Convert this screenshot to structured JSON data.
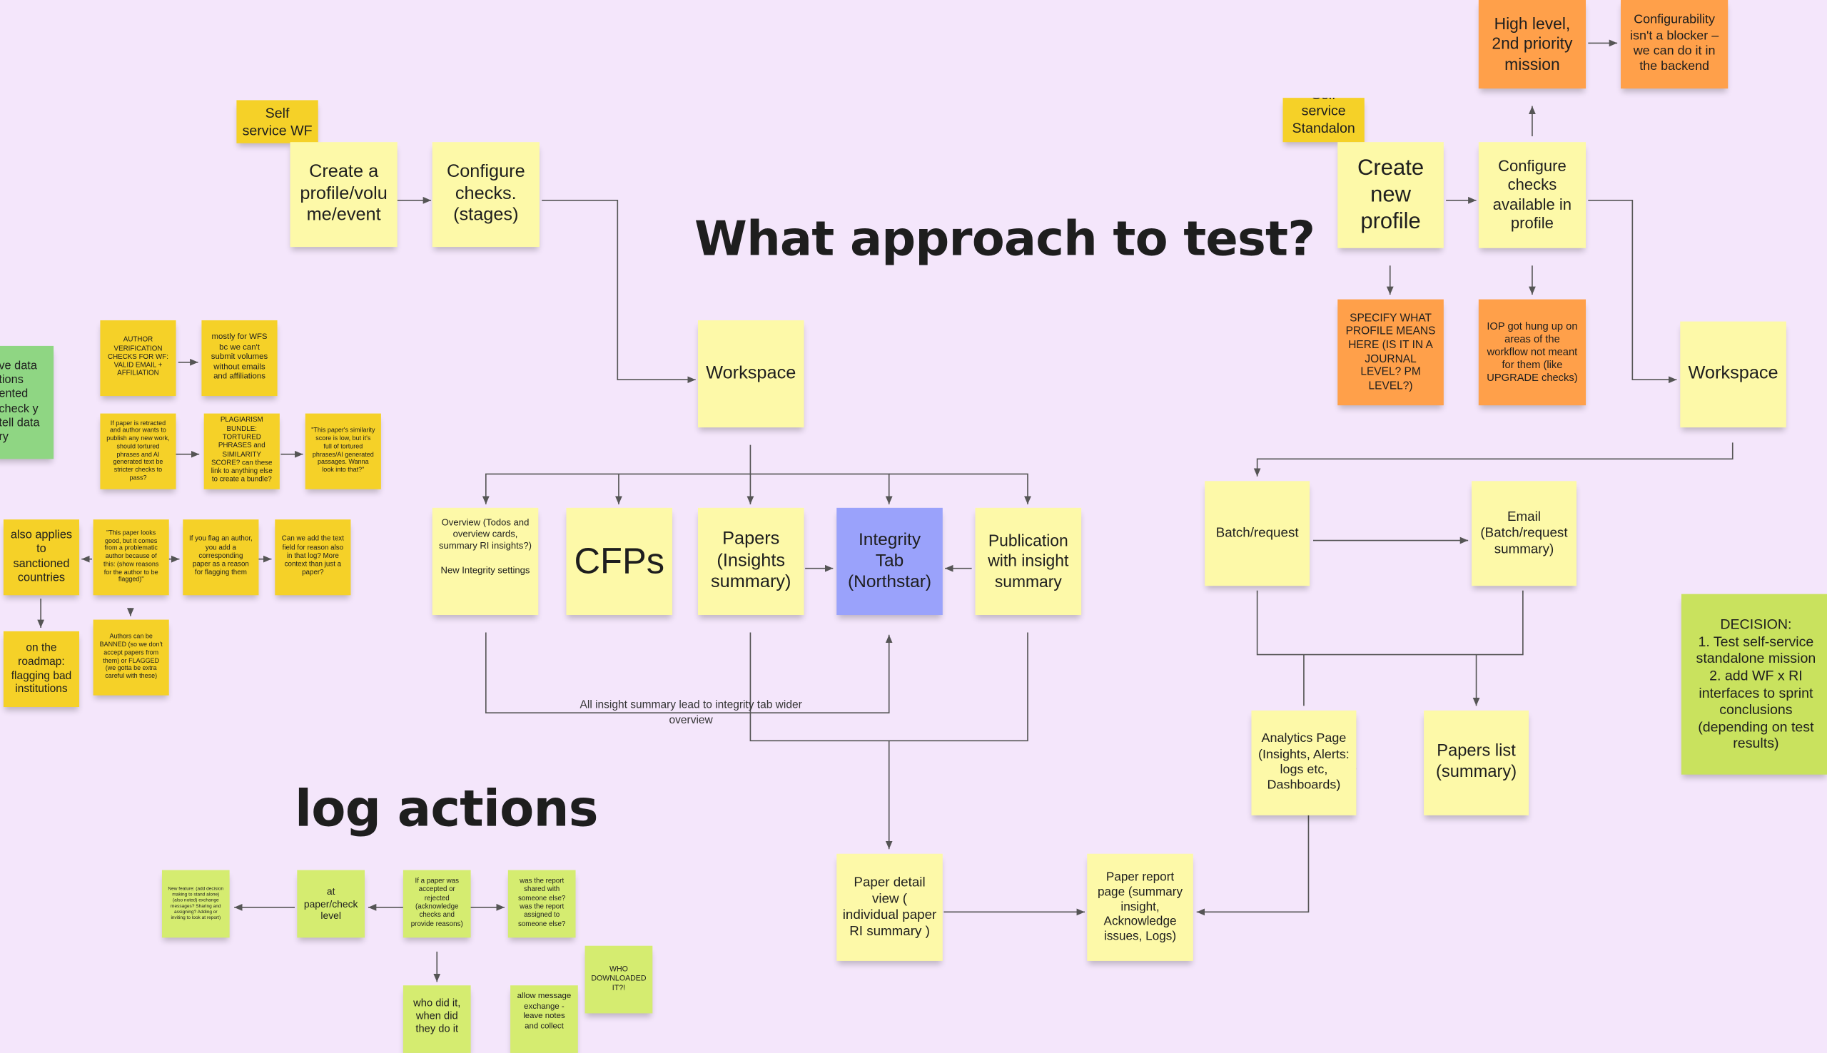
{
  "board": {
    "title": "What approach to test?",
    "subtitle": "log actions",
    "caption": "All insight summary lead to integrity tab wider overview"
  },
  "left_flow": {
    "tag": "Self service WF",
    "create_profile": "Create a profile/volume/event",
    "configure_checks": "Configure checks. (stages)",
    "workspace": "Workspace",
    "overview": "Overview (Todos and overview cards, summary RI insights?)",
    "overview_sub": "New Integrity settings",
    "cfps": "CFPs",
    "papers": "Papers (Insights summary)",
    "integrity_tab": "Integrity Tab (Northstar)",
    "publication": "Publication with insight summary",
    "paper_detail": "Paper detail view ( individual paper RI summary )",
    "paper_report": "Paper report page (summary insight, Acknowledge issues, Logs)"
  },
  "right_flow": {
    "tag": "Self service Standalone",
    "create_profile": "Create new profile",
    "configure_checks": "Configure checks available in profile",
    "high_level": "High level, 2nd priority mission",
    "configurability": "Configurability isn't a blocker – we can do it in the backend",
    "specify_profile": "SPECIFY WHAT PROFILE MEANS HERE (IS IT IN A JOURNAL LEVEL? PM LEVEL?)",
    "iop_note": "IOP got hung up on areas of the workflow not meant for them (like UPGRADE checks)",
    "workspace": "Workspace",
    "batch": "Batch/request",
    "email": "Email (Batch/request summary)",
    "analytics": "Analytics Page (Insights, Alerts: logs etc, Dashboards)",
    "papers_list": "Papers list (summary)",
    "decision": "DECISION:\n1. Test self-service standalone mission\n2. add WF x RI interfaces to sprint conclusions (depending on test results)"
  },
  "side_notes": {
    "green_partial": "ve data tions ented check y tell data ry",
    "author_verification": "AUTHOR VERIFICATION CHECKS FOR WF: VALID EMAIL + AFFILIATION",
    "mostly_wfs": "mostly for WFS bc we can't submit volumes without emails and affiliations",
    "retracted": "If paper is retracted and author wants to publish any new work, should tortured phrases and AI generated text be stricter checks to pass?",
    "plagiarism": "PLAGIARISM BUNDLE: TORTURED PHRASES and SIMILARITY SCORE? can these link to anything else to create a bundle?",
    "similarity_quote": "\"This paper's similarity score is low, but it's full of tortured phrases/AI generated passages. Wanna look into that?\"",
    "sanctioned": "also applies to sanctioned countries",
    "looks_good": "\"This paper looks good, but it comes from a problematic author because of this: (show reasons for the author to be flagged)\"",
    "flag_author": "If you flag an author, you add a corresponding paper as a reason for flagging them",
    "text_field": "Can we add the text field for reason also in that log? More context than just a paper?",
    "roadmap": "on the roadmap: flagging bad institutions",
    "banned": "Authors can be BANNED (so we don't accept papers from them) or FLAGGED (we gotta be extra careful with these)"
  },
  "log_notes": {
    "new_feature": "New feature: (add decision making to stand alone) (also noted) exchange messages? Sharing and assigning? Adding or inviting to look at report)",
    "at_paper": "at paper/check level",
    "accepted": "If a paper was accepted or rejected (acknowledge checks and provide reasons)",
    "shared": "was the report shared with someone else? was the report assigned to someone else?",
    "downloaded": "WHO DOWNLOADED IT?!",
    "who_did": "who did it, when did they do it",
    "message_exchange": "allow message exchange - leave notes and collect"
  },
  "colors": {
    "background": "#f4e6fb",
    "light_yellow": "#fdf9a8",
    "yellow": "#f5d128",
    "orange": "#ffa04a",
    "lime": "#d5ec70",
    "green": "#8fd683",
    "blue": "#9aa2fb",
    "connector": "#555555"
  }
}
